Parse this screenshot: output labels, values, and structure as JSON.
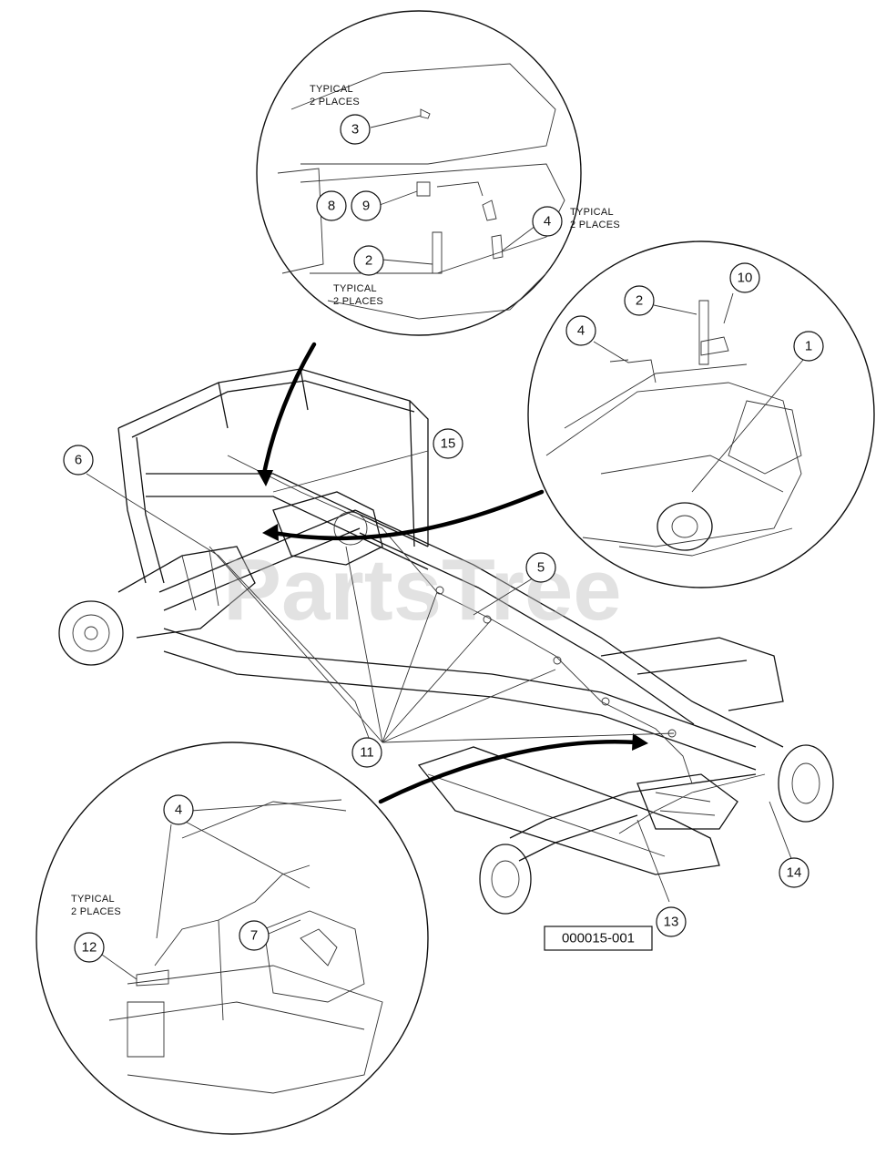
{
  "diagram": {
    "reference_number": "000015-001",
    "watermark": "PartsTree",
    "notes": {
      "top_left_1": "TYPICAL",
      "top_left_2": "2 PLACES",
      "top_right_1": "TYPICAL",
      "top_right_2": "2 PLACES",
      "top_bottom_1": "TYPICAL",
      "top_bottom_2": "2 PLACES",
      "bottom_left_1": "TYPICAL",
      "bottom_left_2": "2 PLACES"
    },
    "callouts": [
      "3",
      "9",
      "8",
      "4",
      "2",
      "2",
      "10",
      "4",
      "1",
      "6",
      "15",
      "5",
      "11",
      "4",
      "7",
      "12",
      "13",
      "14"
    ]
  }
}
